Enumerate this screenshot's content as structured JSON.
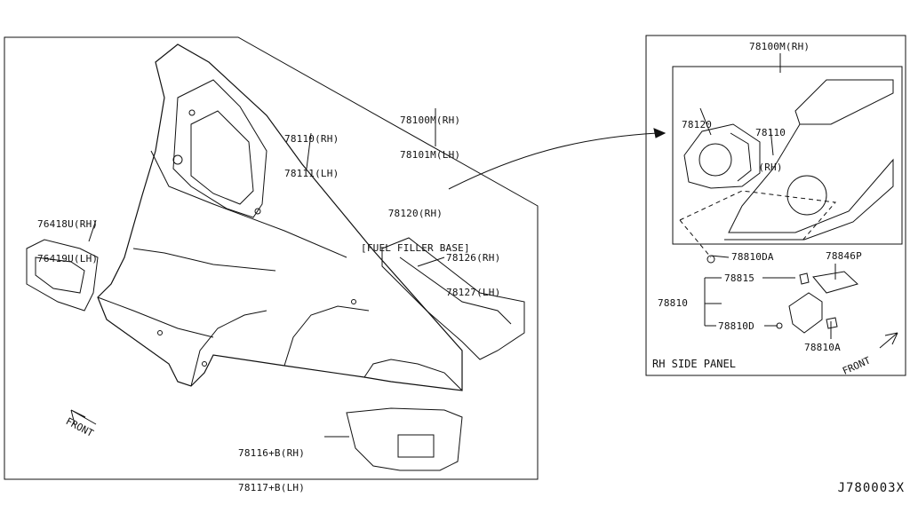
{
  "main_diagram": {
    "parts": [
      {
        "id": "p78100",
        "lines": [
          "78100M(RH)",
          "78101M(LH)"
        ]
      },
      {
        "id": "p78110",
        "lines": [
          "78110(RH)",
          "78111(LH)"
        ]
      },
      {
        "id": "p76418",
        "lines": [
          "76418U(RH)",
          "76419U(LH)"
        ]
      },
      {
        "id": "p78120",
        "lines": [
          "78120(RH)",
          "[FUEL FILLER BASE]"
        ]
      },
      {
        "id": "p78126",
        "lines": [
          "78126(RH)",
          "78127(LH)"
        ]
      },
      {
        "id": "p78116",
        "lines": [
          "78116+B(RH)",
          "78117+B(LH)"
        ]
      }
    ],
    "front_label": "FRONT"
  },
  "detail_panel": {
    "title": "78100M(RH)",
    "caption": "RH SIDE PANEL",
    "front_label": "FRONT",
    "parts": [
      {
        "id": "d78120",
        "lines": [
          "78120"
        ]
      },
      {
        "id": "d78110",
        "lines": [
          "78110",
          "(RH)"
        ]
      },
      {
        "id": "d78810da",
        "lines": [
          "78810DA"
        ]
      },
      {
        "id": "d78846p",
        "lines": [
          "78846P"
        ]
      },
      {
        "id": "d78815",
        "lines": [
          "78815"
        ]
      },
      {
        "id": "d78810",
        "lines": [
          "78810"
        ]
      },
      {
        "id": "d78810d",
        "lines": [
          "78810D"
        ]
      },
      {
        "id": "d78810a",
        "lines": [
          "78810A"
        ]
      }
    ]
  },
  "diagram_code": "J780003X"
}
